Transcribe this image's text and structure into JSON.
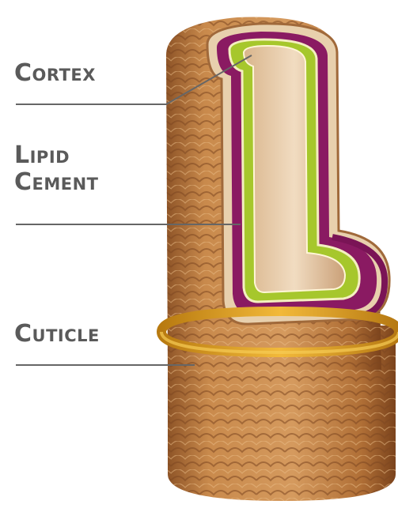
{
  "diagram": {
    "labels": {
      "cortex": "Cortex",
      "lipid_cement_line1": "Lipid",
      "lipid_cement_line2": "Cement",
      "cuticle": "Cuticle"
    },
    "colors": {
      "cuticle_shaft": "#c07a3c",
      "cuticle_dark": "#8a4f24",
      "cortex": "#a6c72c",
      "lipid_cement": "#8a1a62",
      "inner_core": "#e3c7a6",
      "cuticle_ring": "#e0a521",
      "label_text": "#5a5a5a",
      "leader_line": "#666666"
    }
  }
}
